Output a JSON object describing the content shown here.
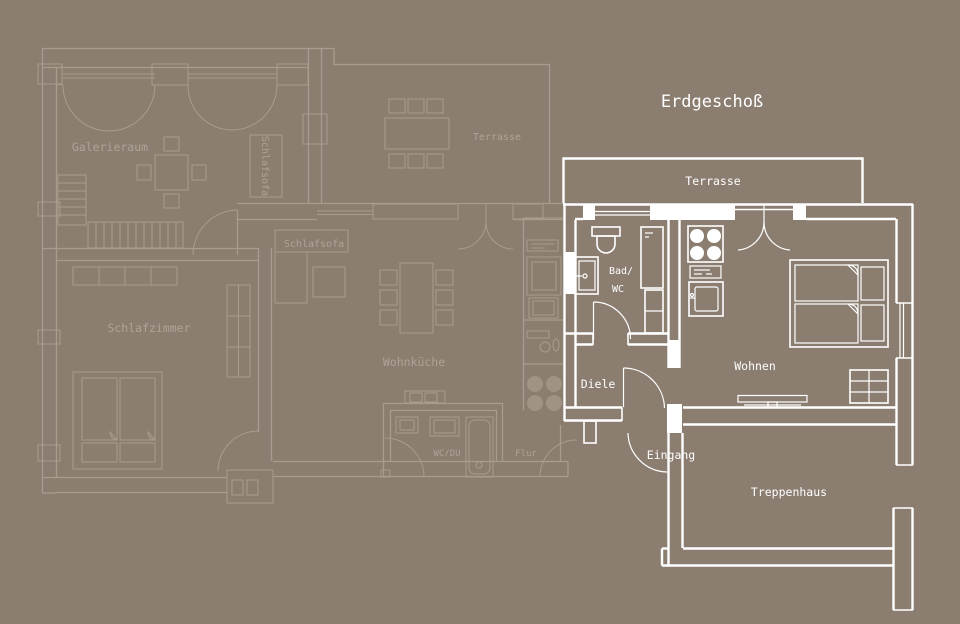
{
  "title": "Erdgeschoß",
  "colors": {
    "background": "#8B7E71",
    "faded_lines": "#A89C8E",
    "bright_lines": "#FFFFFF"
  },
  "highlighted_unit": {
    "rooms": [
      "Terrasse",
      "Bad/WC",
      "Diele",
      "Wohnen",
      "Eingang",
      "Treppenhaus"
    ],
    "labels": {
      "terrasse": "Terrasse",
      "bad_line1": "Bad/",
      "bad_line2": "WC",
      "diele": "Diele",
      "wohnen": "Wohnen",
      "eingang": "Eingang",
      "treppenhaus": "Treppenhaus"
    }
  },
  "background_unit": {
    "rooms": [
      "Galerieraum",
      "Schlafsofa",
      "Terrasse",
      "Schlafsofa",
      "Schlafzimmer",
      "Wohnküche",
      "WC/DU",
      "Flur"
    ],
    "labels": {
      "galerieraum": "Galerieraum",
      "schlafsofa_vertical": "Schlafsofa",
      "terrasse": "Terrasse",
      "schlafsofa": "Schlafsofa",
      "schlafzimmer": "Schlafzimmer",
      "wohnkueche": "Wohnküche",
      "wc_du": "WC/DU",
      "flur": "Flur"
    }
  }
}
